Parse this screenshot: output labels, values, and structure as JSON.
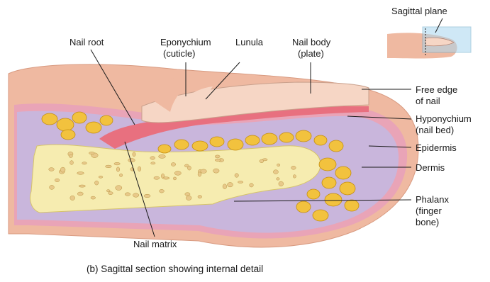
{
  "colors": {
    "skin": "#efb9a1",
    "skin_dark": "#d89a80",
    "dermis": "#c9b6dc",
    "epidermis": "#e9a4b7",
    "matrix": "#e8707f",
    "nail": "#f6d6c5",
    "bone": "#f6ecb0",
    "bone_edge": "#d6c46a",
    "fat": "#f2c23e",
    "fat_edge": "#c48e12",
    "plane": "#a9d7ef"
  },
  "labels": {
    "nail_root": "Nail root",
    "eponychium_1": "Eponychium",
    "eponychium_2": "(cuticle)",
    "lunula": "Lunula",
    "nail_body_1": "Nail body",
    "nail_body_2": "(plate)",
    "sagittal_plane": "Sagittal plane",
    "free_edge_1": "Free edge",
    "free_edge_2": "of nail",
    "hyponychium_1": "Hyponychium",
    "hyponychium_2": "(nail bed)",
    "epidermis": "Epidermis",
    "dermis": "Dermis",
    "phalanx_1": "Phalanx",
    "phalanx_2": "(finger",
    "phalanx_3": "bone)",
    "nail_matrix": "Nail matrix"
  },
  "caption": "(b) Sagittal section showing internal detail"
}
